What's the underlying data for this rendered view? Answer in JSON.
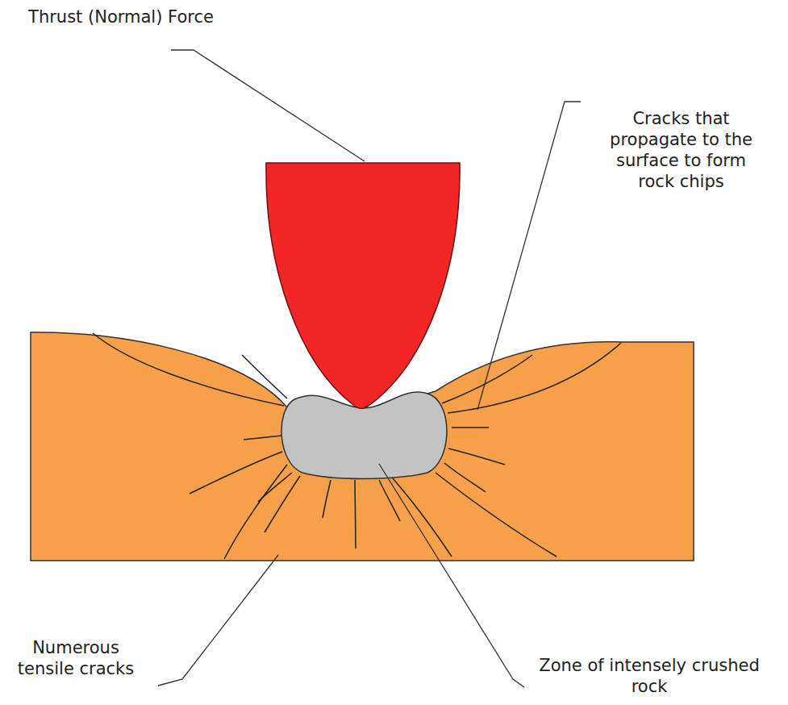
{
  "diagram": {
    "labels": [
      "Thrust (Normal) Force",
      "Cracks that propagate to the surface to form rock chips",
      "Numerous tensile cracks",
      "Zone of intensely crushed rock"
    ]
  }
}
